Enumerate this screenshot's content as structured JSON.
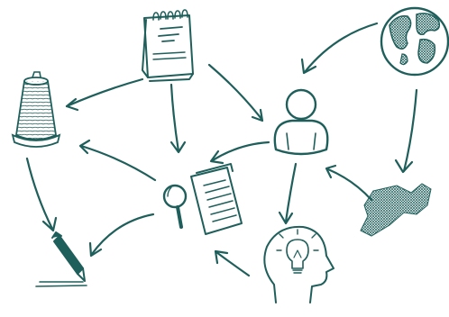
{
  "diagram": {
    "ink_color": "#1f5f5b",
    "nodes": [
      {
        "id": "notepad",
        "icon": "notepad-icon"
      },
      {
        "id": "globe",
        "icon": "globe-icon"
      },
      {
        "id": "thread-spool",
        "icon": "thread-spool-icon"
      },
      {
        "id": "person",
        "icon": "person-icon"
      },
      {
        "id": "magnifier-document",
        "icon": "magnifier-document-icon"
      },
      {
        "id": "map-region",
        "icon": "map-region-icon"
      },
      {
        "id": "pen",
        "icon": "pen-icon"
      },
      {
        "id": "head-idea",
        "icon": "head-lightbulb-icon"
      }
    ],
    "edges": [
      {
        "from": "notepad",
        "to": "thread-spool"
      },
      {
        "from": "notepad",
        "to": "magnifier-document"
      },
      {
        "from": "notepad",
        "to": "person"
      },
      {
        "from": "globe",
        "to": "person"
      },
      {
        "from": "globe",
        "to": "map-region"
      },
      {
        "from": "person",
        "to": "magnifier-document"
      },
      {
        "from": "person",
        "to": "head-idea"
      },
      {
        "from": "map-region",
        "to": "person"
      },
      {
        "from": "magnifier-document",
        "to": "thread-spool"
      },
      {
        "from": "magnifier-document",
        "to": "pen"
      },
      {
        "from": "head-idea",
        "to": "magnifier-document"
      },
      {
        "from": "thread-spool",
        "to": "pen"
      }
    ]
  }
}
